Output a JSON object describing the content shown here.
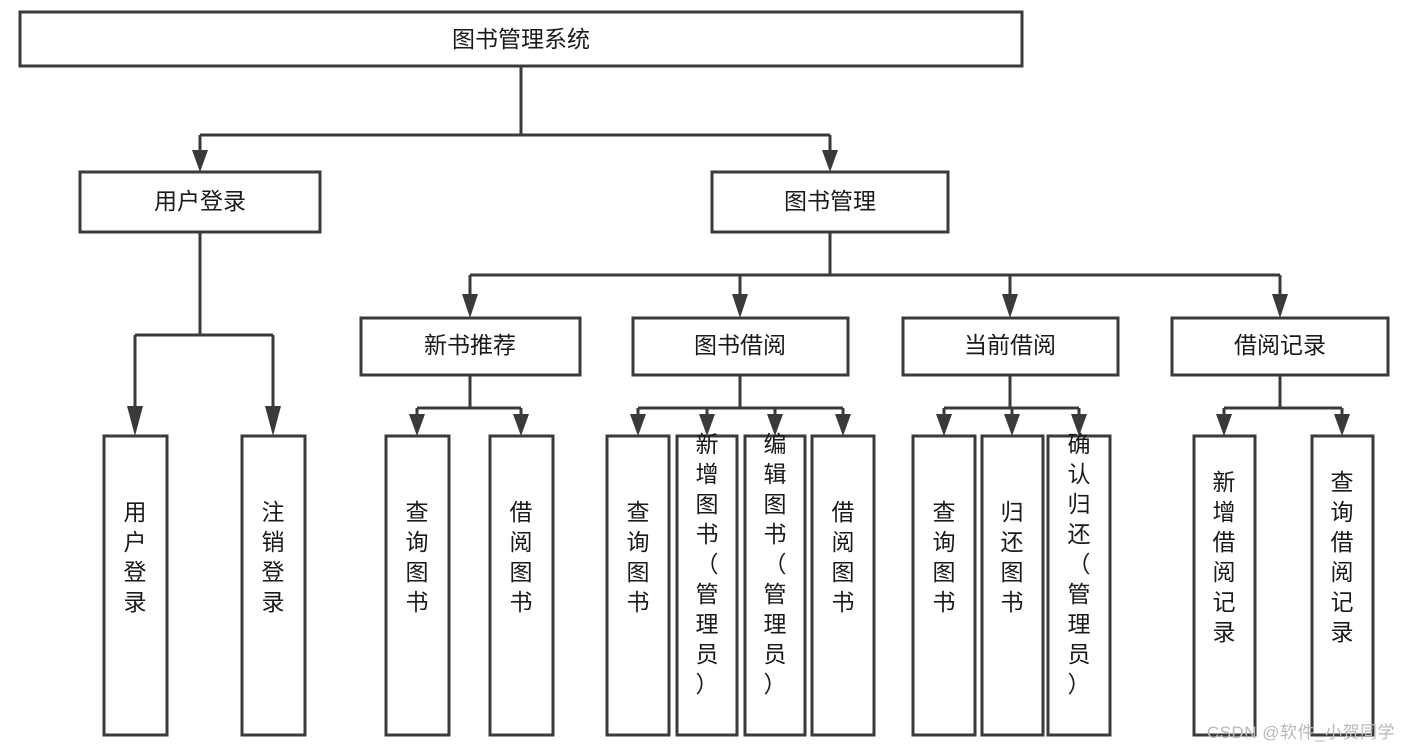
{
  "diagram": {
    "type": "tree-hierarchy",
    "title": "图书管理系统",
    "watermark": "CSDN @软件_小贺同学",
    "colors": {
      "stroke": "#3a3a3a",
      "fill": "#ffffff",
      "text": "#1a1a1a",
      "background": "#ffffff",
      "watermark": "#b9b9b9"
    },
    "root": {
      "label": "图书管理系统",
      "orientation": "horizontal"
    },
    "level2": [
      {
        "label": "用户登录",
        "orientation": "horizontal"
      },
      {
        "label": "图书管理",
        "orientation": "horizontal"
      }
    ],
    "level3": [
      {
        "label": "新书推荐",
        "orientation": "horizontal",
        "parent": "图书管理"
      },
      {
        "label": "图书借阅",
        "orientation": "horizontal",
        "parent": "图书管理"
      },
      {
        "label": "当前借阅",
        "orientation": "horizontal",
        "parent": "图书管理"
      },
      {
        "label": "借阅记录",
        "orientation": "horizontal",
        "parent": "图书管理"
      }
    ],
    "leaves": {
      "user_login": [
        {
          "label": "用户登录",
          "orientation": "vertical"
        },
        {
          "label": "注销登录",
          "orientation": "vertical"
        }
      ],
      "new_book_recommend": [
        {
          "label": "查询图书",
          "orientation": "vertical"
        },
        {
          "label": "借阅图书",
          "orientation": "vertical"
        }
      ],
      "book_borrow": [
        {
          "label": "查询图书",
          "orientation": "vertical"
        },
        {
          "label": "新增图书（管理员）",
          "orientation": "vertical"
        },
        {
          "label": "编辑图书（管理员）",
          "orientation": "vertical"
        },
        {
          "label": "借阅图书",
          "orientation": "vertical"
        }
      ],
      "current_borrow": [
        {
          "label": "查询图书",
          "orientation": "vertical"
        },
        {
          "label": "归还图书",
          "orientation": "vertical"
        },
        {
          "label": "确认归还（管理员）",
          "orientation": "vertical"
        }
      ],
      "borrow_record": [
        {
          "label": "新增借阅记录",
          "orientation": "vertical"
        },
        {
          "label": "查询借阅记录",
          "orientation": "vertical"
        }
      ]
    }
  }
}
